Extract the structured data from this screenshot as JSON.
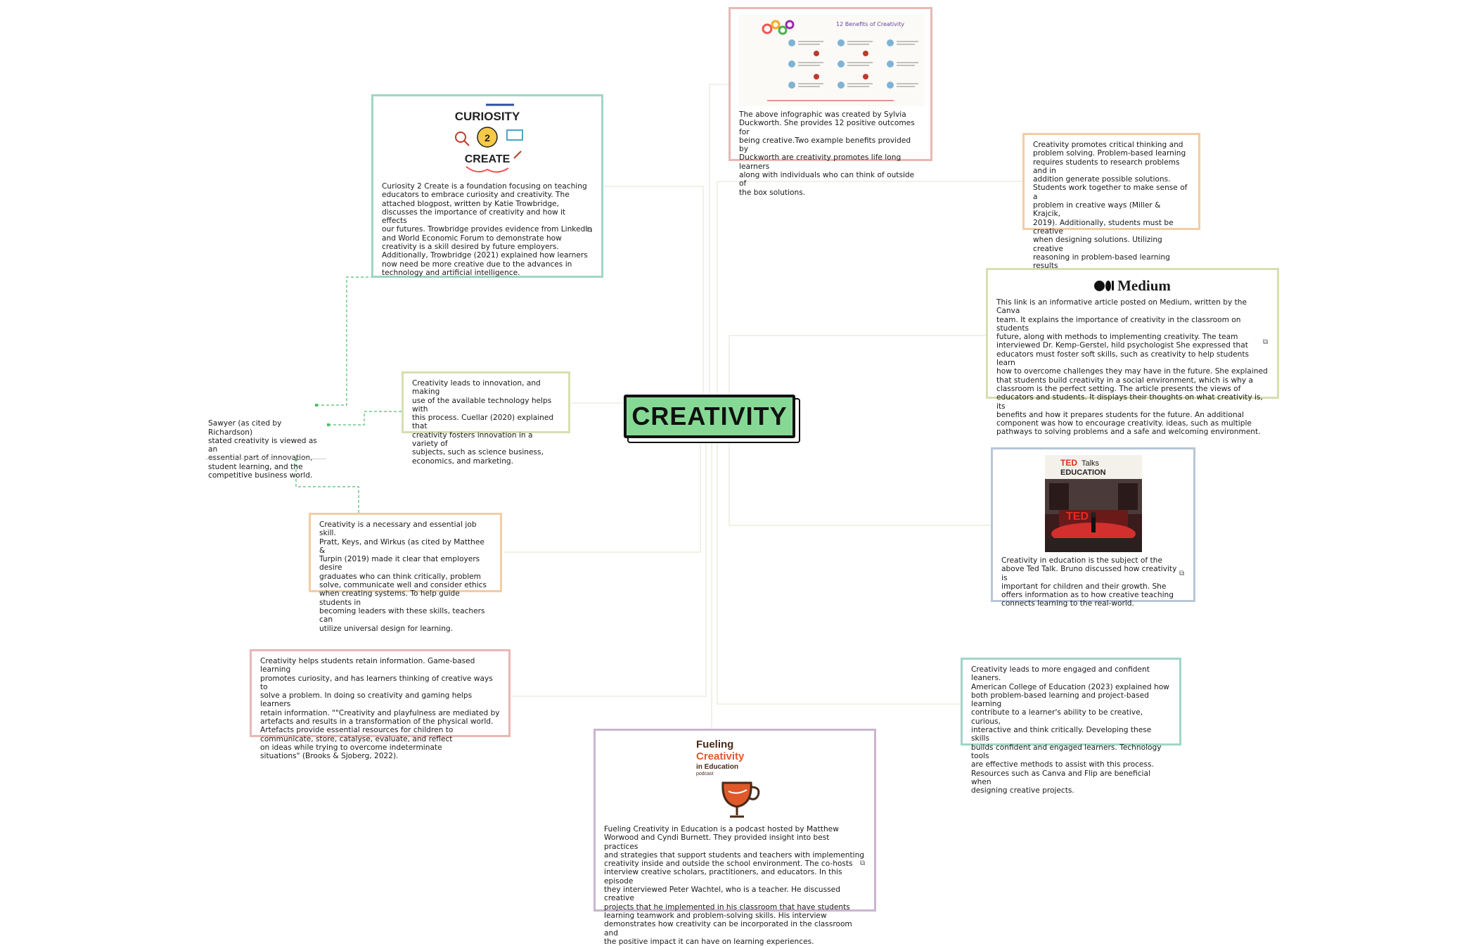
{
  "colors": {
    "center_fill": "#86d995",
    "connector_dashed": "#4cbf6a",
    "border_green": "#9fd6c6",
    "border_pink": "#e8b7b4",
    "border_peach": "#f2cda4",
    "border_olive": "#d6dfb0",
    "border_blue": "#b8c6d8",
    "border_mauve": "#c9b5cf"
  },
  "center": {
    "title": "CREATIVITY"
  },
  "nodes": {
    "duckworth": {
      "image_label": "12 Benefits of Creativity",
      "text": "The above infographic was created by Sylvia\nDuckworth. She provides 12 positive outcomes for\nbeing creative.Two example benefits provided by\nDuckworth are creativity promotes life long learners\nalong with individuals who can think of outside of\nthe box solutions."
    },
    "curiosity": {
      "logo_top": "CURIOSITY",
      "logo_num": "2",
      "logo_bottom": "CREATE",
      "text": "Curiosity 2 Create is a foundation focusing on teaching\neducators to embrace curiosity and creativity. The\nattached blogpost, written by Katie Trowbridge,\ndiscusses the importance of creativity and how it effects\nour futures. Trowbridge provides evidence from LinkedIn\nand World Economic Forum to demonstrate how\ncreativity is a skill desired by future employers.\nAdditionally, Trowbridge (2021) explained how learners\nnow need be more creative due to the advances in\ntechnology and artificial intelligence."
    },
    "critical": {
      "text": "Creativity promotes critical thinking and\nproblem solving. Problem-based learning\nrequires students to research problems and in\naddition generate possible solutions.\nStudents work together to make sense of a\nproblem in creative ways (Miller & Krajcik,\n2019). Additionally, students must be creative\nwhen designing solutions. Utilizing creative\nreasoning in problem-based learning results\nin a deeper understanding of content."
    },
    "medium": {
      "logo": "Medium",
      "text": "This link is an informative article posted on Medium, written by the Canva\nteam. It explains the importance of creativity in the classroom on students\nfuture, along with methods to implementing creativity. The team\ninterviewed Dr. Kemp-Gerstel, hild psychologist She expressed that\neducators must foster soft skills, such as creativity to help students learn\nhow to overcome challenges they may have in the future. She explained\nthat students build creativity in a social environment, which is why a\nclassroom is the perfect setting. The article presents the views of\neducators and students. It displays their thoughts on what creativity is, its\nbenefits and how it prepares students for the future. An additional\ncomponent was how to encourage creativity. ideas, such as multiple\npathways to solving problems and a safe and welcoming environment."
    },
    "innovation": {
      "text": "Creativity leads to innovation, and making\nuse of the available technology helps with\nthis process. Cuellar (2020) explained that\ncreativity fosters innovation in a variety of\nsubjects, such as science business,\neconomics, and marketing."
    },
    "sawyer": {
      "text": "Sawyer (as cited by Richardson)\nstated creativity is viewed as an\nessential part of innovation,\nstudent learning, and the\ncompetitive business world."
    },
    "tedtalk": {
      "logo_ted": "TED",
      "logo_talks": "Talks",
      "logo_edu": "EDUCATION",
      "text": "Creativity in education is the subject of the\nabove Ted Talk. Bruno discussed how creativity is\nimportant for children and their growth. She\noffers information as to how creative teaching\nconnects learning to the real-world."
    },
    "jobskill": {
      "text": "Creativity is a necessary and essential job skill.\nPratt, Keys, and Wirkus (as cited by Matthee &\nTurpin (2019) made it clear that employers desire\ngraduates who can think critically, problem\nsolve, communicate well and consider ethics\nwhen creating systems. To help guide students in\nbecoming leaders with these skills, teachers can\nutilize universal design for learning."
    },
    "retain": {
      "text": "Creativity helps students retain information. Game-based learning\npromotes curiosity, and has learners thinking of creative ways to\nsolve a problem. In doing so creativity and gaming helps learners\nretain information. \"\"Creativity and playfulness are mediated by\nartefacts and results in a transformation of the physical world.\nArtefacts provide essential resources for children to\ncommunicate, store, catalyse, evaluate, and reflect\non ideas while trying to overcome indeterminate\nsituations\" (Brooks & Sjoberg, 2022)."
    },
    "engaged": {
      "text": "Creativity leads to more engaged and confident leaners.\nAmerican College of Education (2023) explained how\nboth problem-based learning and project-based learning\ncontribute to a learner's ability to be creative, curious,\ninteractive and think critically. Developing these skills\nbuilds confident and engaged learners. Technology tools\nare effective methods to assist with this process.\nResources such as Canva and Flip are beneficial when\ndesigning creative projects."
    },
    "podcast": {
      "logo_line1": "Fueling",
      "logo_line2": "Creativity",
      "logo_line3": "in Education",
      "logo_line4": "podcast",
      "text": "Fueling Creativity in Education is a podcast hosted by Matthew\nWorwood and Cyndi Burnett. They provided insight into best practices\nand strategies that support students and teachers with implementing\ncreativity inside and outside the school environment. The co-hosts\ninterview creative scholars, practitioners, and educators. In this episode\nthey interviewed Peter Wachtel, who is a teacher. He discussed creative\nprojects that he implemented in his classroom that have students\nlearning teamwork and problem-solving skills. His interview\ndemonstrates how creativity can be incorporated in the classroom and\nthe positive impact it can have on learning experiences."
    }
  },
  "icons": {
    "external_link": "external-link-icon"
  }
}
